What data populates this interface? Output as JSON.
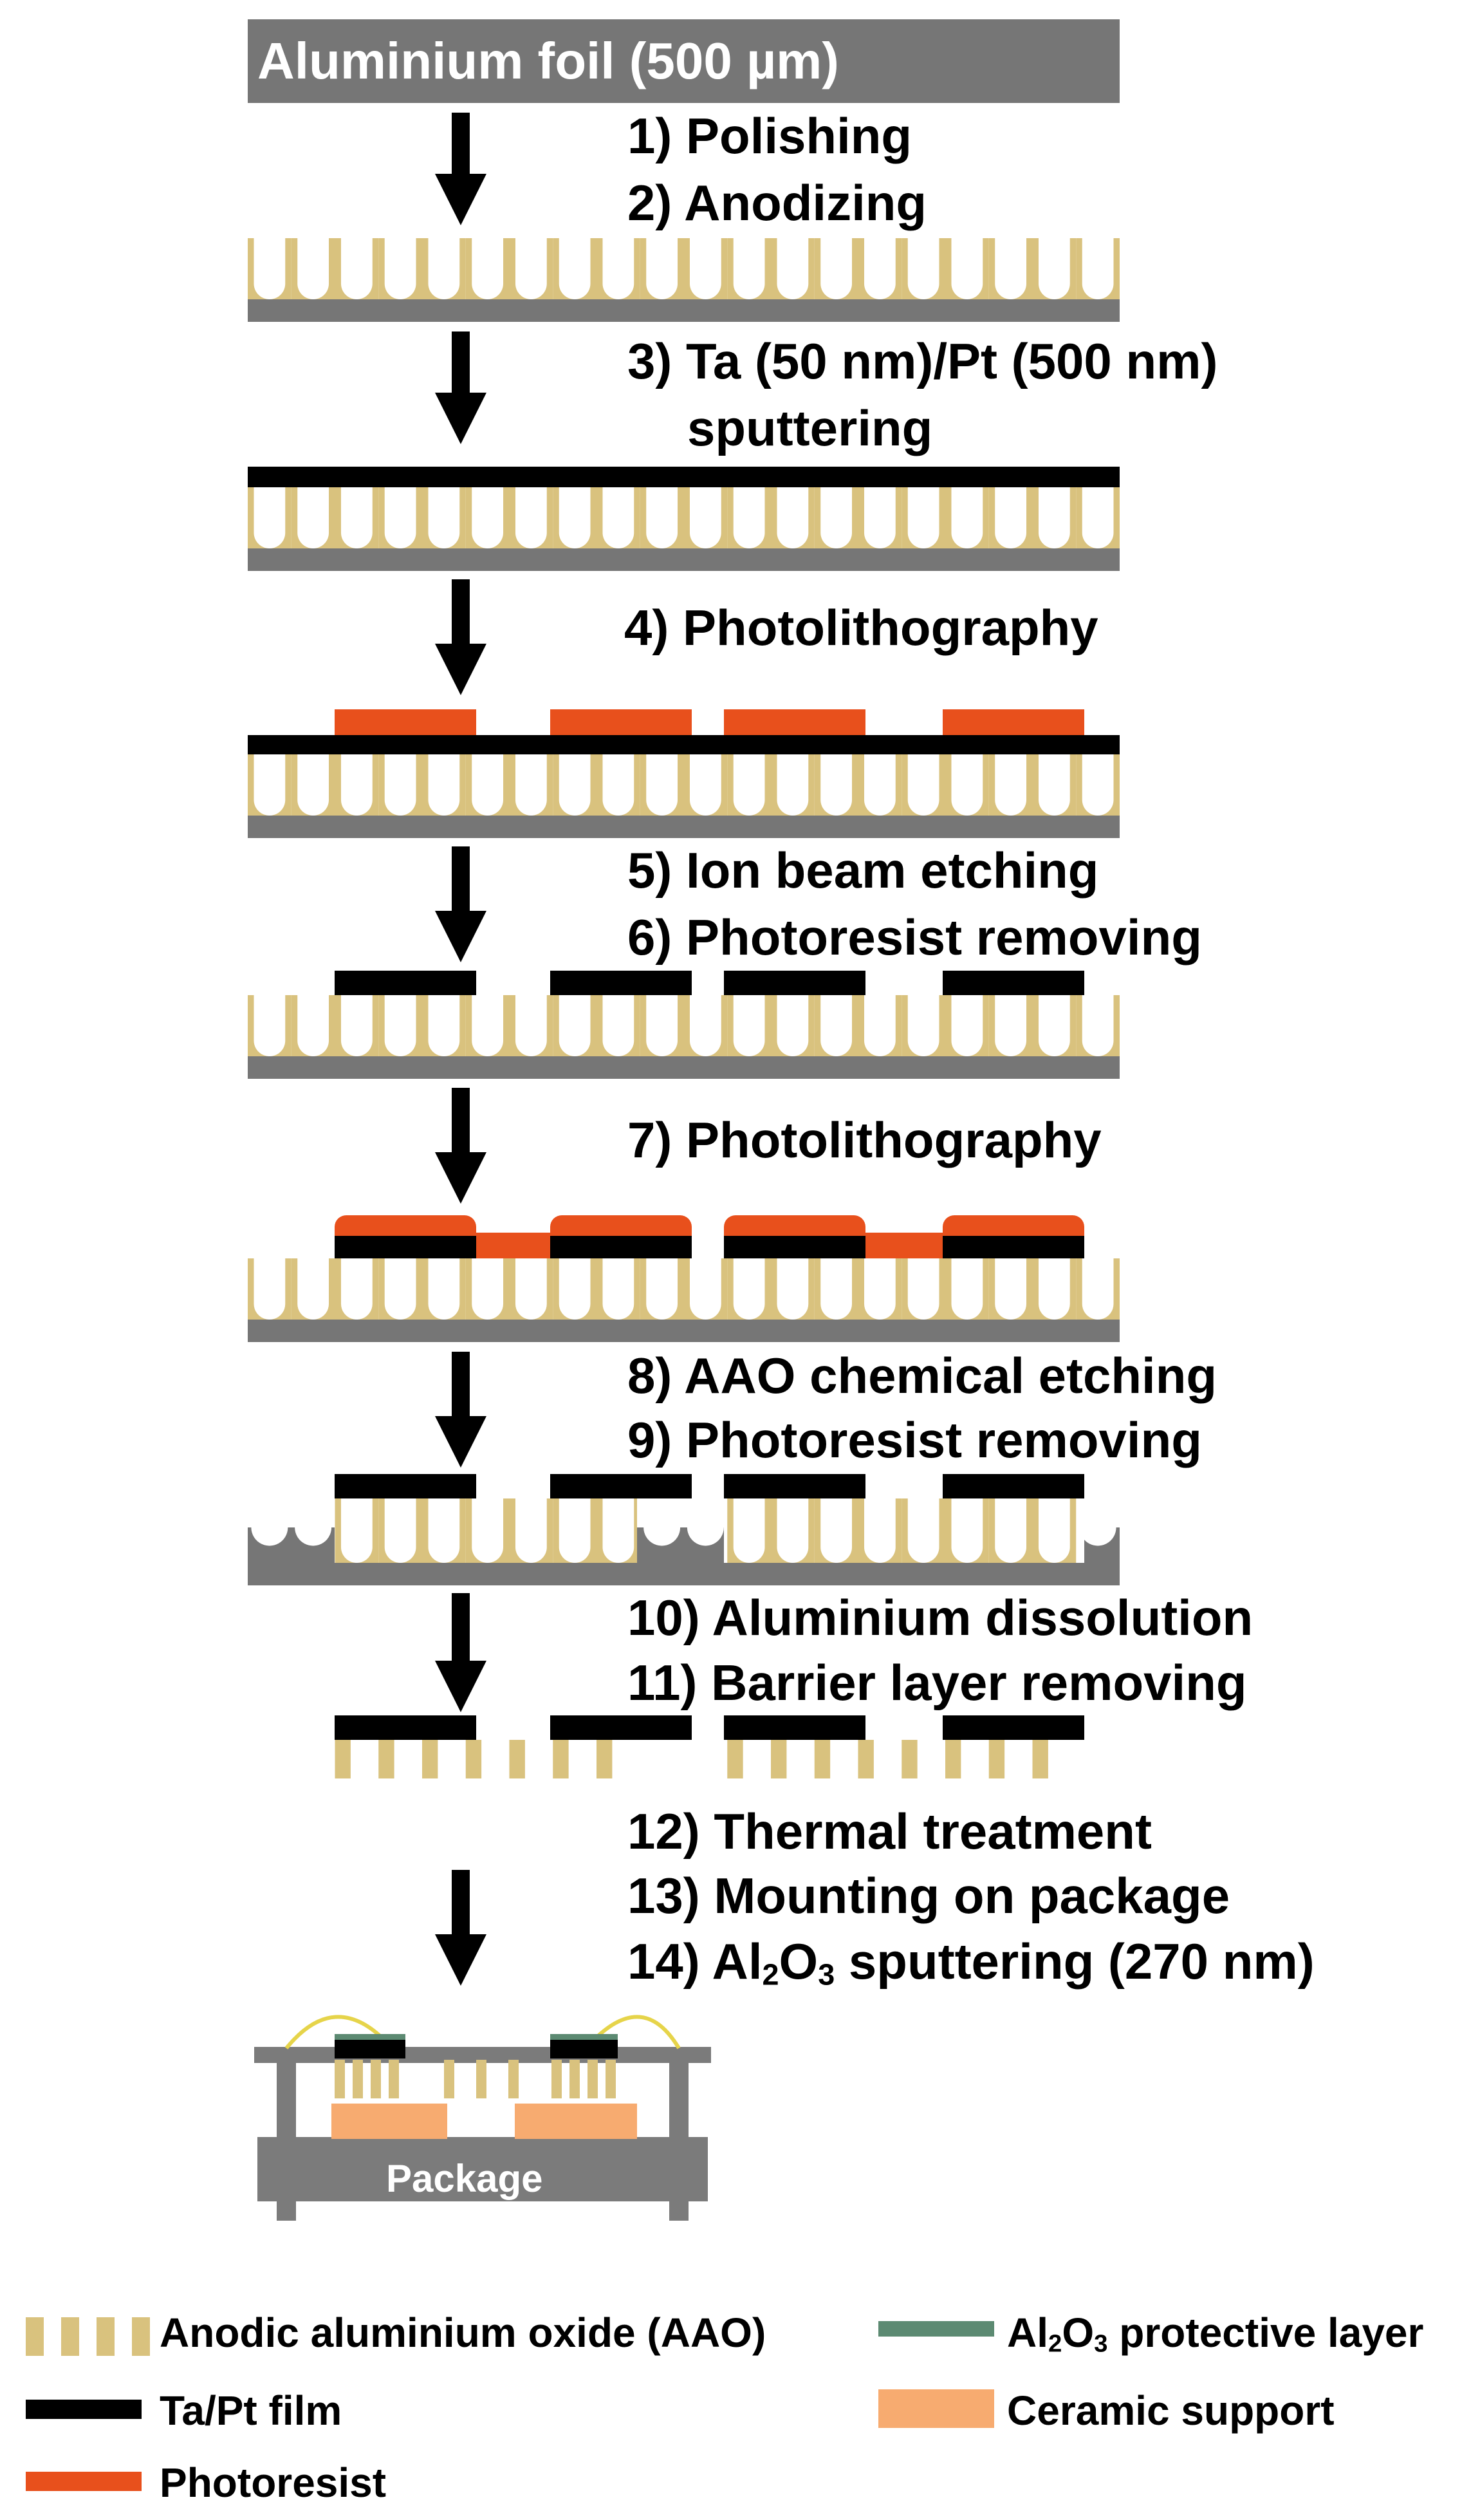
{
  "title": "Aluminium foil (500 µm)",
  "colors": {
    "aao": "#d9c27e",
    "ta_pt": "#000000",
    "photoresist": "#e8501c",
    "substrate": "#767676",
    "al2o3": "#5c8a72",
    "ceramic": "#f7ab70",
    "wire": "#e6d44a",
    "package": "#7b7b7b"
  },
  "steps": [
    {
      "n": "1)",
      "text": "Polishing"
    },
    {
      "n": "2)",
      "text": "Anodizing"
    },
    {
      "n": "3)",
      "text": "Ta (50 nm)/Pt (500 nm)",
      "text2": "sputtering"
    },
    {
      "n": "4)",
      "text": "Photolithography"
    },
    {
      "n": "5)",
      "text": "Ion beam etching"
    },
    {
      "n": "6)",
      "text": "Photoresist removing"
    },
    {
      "n": "7)",
      "text": "Photolithography"
    },
    {
      "n": "8)",
      "text": "AAO chemical etching"
    },
    {
      "n": "9)",
      "text": "Photoresist removing"
    },
    {
      "n": "10)",
      "text": "Aluminium dissolution"
    },
    {
      "n": "11)",
      "text": "Barrier layer removing"
    },
    {
      "n": "12)",
      "text": "Thermal treatment"
    },
    {
      "n": "13)",
      "text": "Mounting on package"
    },
    {
      "n": "14)",
      "pre": "Al",
      "sub1": "2",
      "mid": "O",
      "sub2": "3",
      "post": " sputtering (270 nm)"
    }
  ],
  "package_label": "Package",
  "legend": {
    "aao": "Anodic aluminium oxide (AAO)",
    "ta_pt": "Ta/Pt film",
    "photoresist": "Photoresist",
    "al2o3": {
      "pre": "Al",
      "sub1": "2",
      "mid": "O",
      "sub2": "3",
      "post": " protective layer"
    },
    "ceramic": "Ceramic support"
  }
}
